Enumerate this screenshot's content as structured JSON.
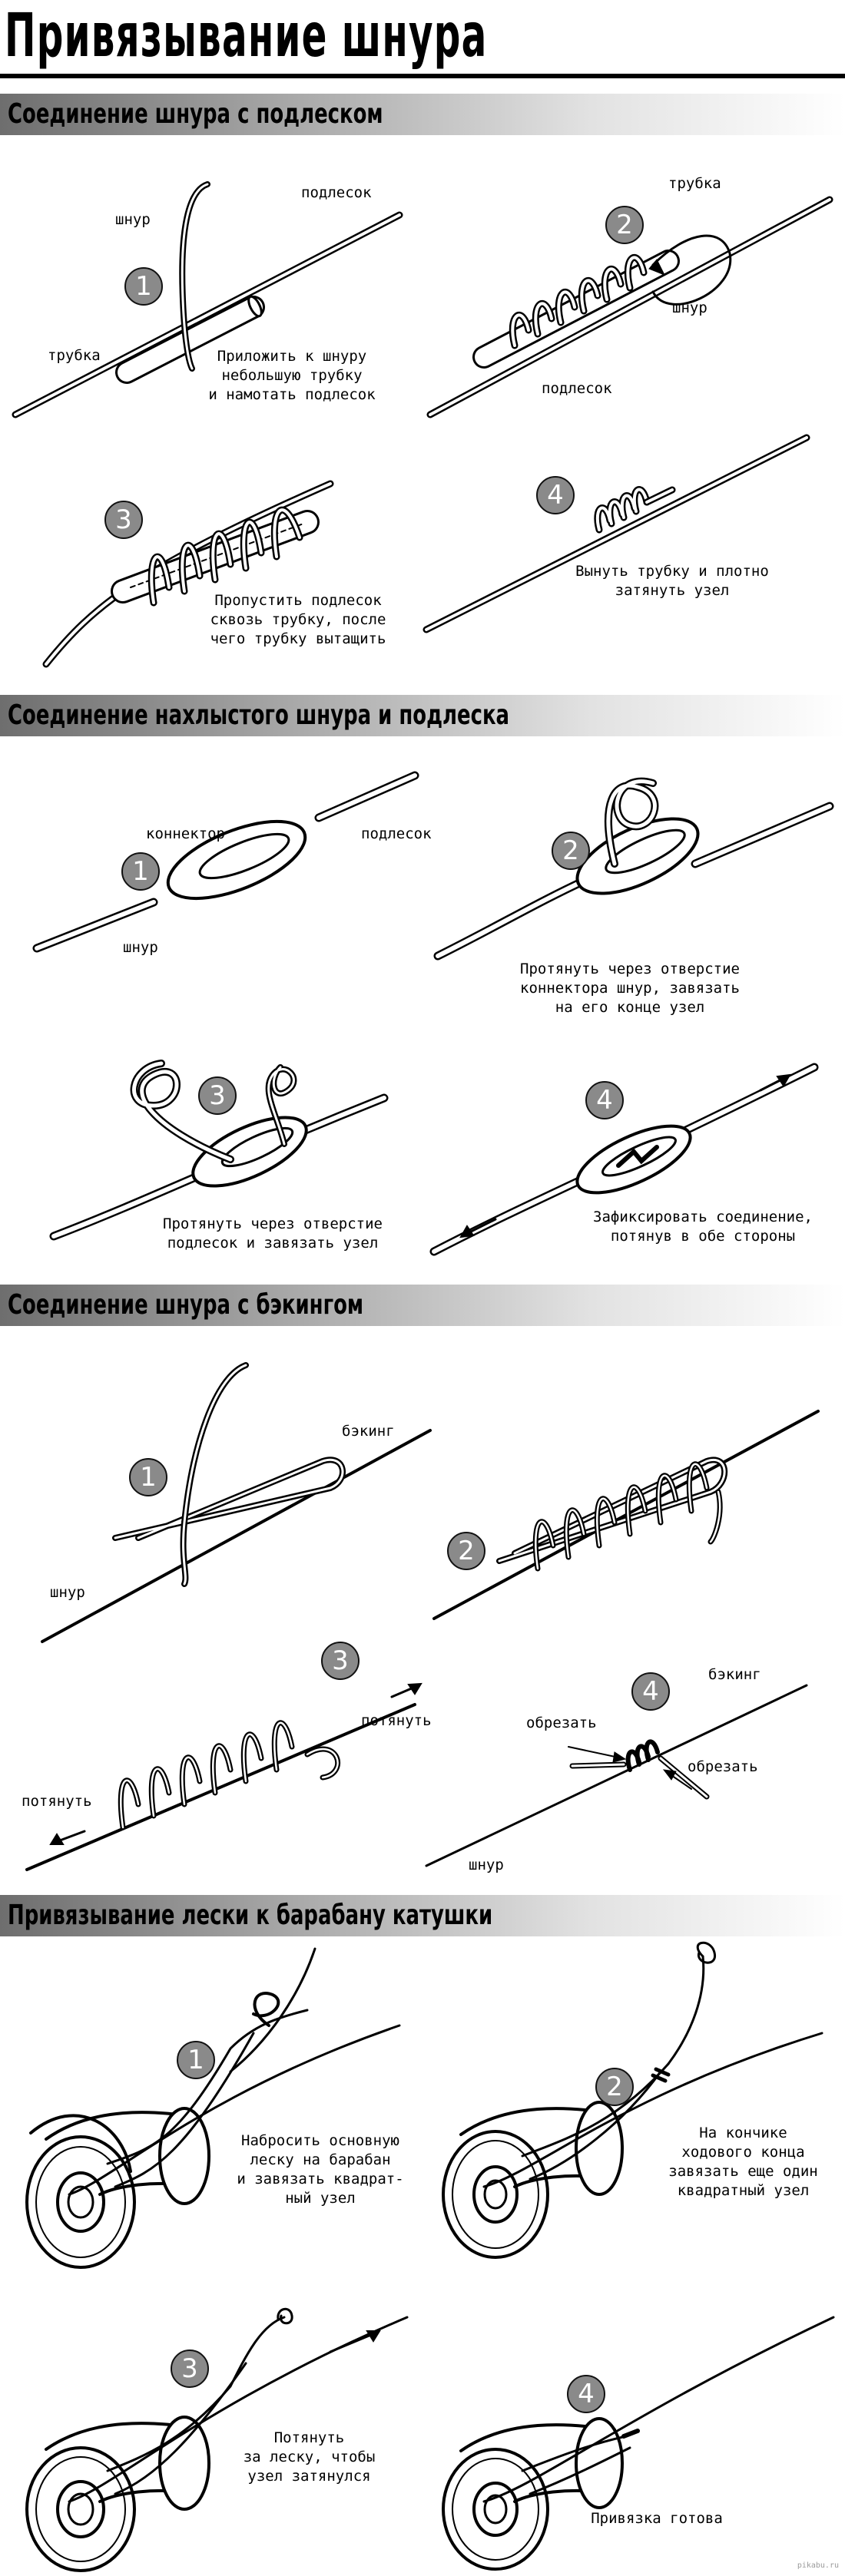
{
  "title": "Привязывание шнура",
  "watermark": "pikabu.ru",
  "sections": [
    {
      "title": "Соединение шнура с подлеском",
      "steps": [
        {
          "num": "1",
          "caption": "Приложить к шнуру\nнебольшую трубку\nи намотать подлесок",
          "labels": [
            "шнур",
            "подлесок",
            "трубка"
          ]
        },
        {
          "num": "2",
          "caption": "",
          "labels": [
            "трубка",
            "шнур",
            "подлесок"
          ]
        },
        {
          "num": "3",
          "caption": "Пропустить подлесок\nсквозь трубку, после\nчего трубку вытащить",
          "labels": []
        },
        {
          "num": "4",
          "caption": "Вынуть трубку и плотно\nзатянуть узел",
          "labels": []
        }
      ]
    },
    {
      "title": "Соединение нахлыстого шнура и подлеска",
      "steps": [
        {
          "num": "1",
          "caption": "",
          "labels": [
            "коннектор",
            "подлесок",
            "шнур"
          ]
        },
        {
          "num": "2",
          "caption": "Протянуть через отверстие\nконнектора шнур, завязать\nна его конце узел",
          "labels": []
        },
        {
          "num": "3",
          "caption": "Протянуть через отверстие\nподлесок и завязать узел",
          "labels": []
        },
        {
          "num": "4",
          "caption": "Зафиксировать соединение,\nпотянув в обе стороны",
          "labels": []
        }
      ]
    },
    {
      "title": "Соединение шнура с бэкингом",
      "steps": [
        {
          "num": "1",
          "caption": "",
          "labels": [
            "бэкинг",
            "шнур"
          ]
        },
        {
          "num": "2",
          "caption": "",
          "labels": []
        },
        {
          "num": "3",
          "caption": "",
          "labels": [
            "потянуть",
            "потянуть"
          ]
        },
        {
          "num": "4",
          "caption": "",
          "labels": [
            "бэкинг",
            "обрезать",
            "обрезать",
            "шнур"
          ]
        }
      ]
    },
    {
      "title": "Привязывание лески к барабану катушки",
      "steps": [
        {
          "num": "1",
          "caption": "Набросить основную\nлеску на барабан\nи завязать квадрат-\nный узел",
          "labels": []
        },
        {
          "num": "2",
          "caption": "На кончике\nходового конца\nзавязать еще один\nквадратный узел",
          "labels": []
        },
        {
          "num": "3",
          "caption": "Потянуть\nза леску, чтобы\nузел затянулся",
          "labels": []
        },
        {
          "num": "4",
          "caption": "Привязка готова",
          "labels": []
        }
      ]
    }
  ]
}
